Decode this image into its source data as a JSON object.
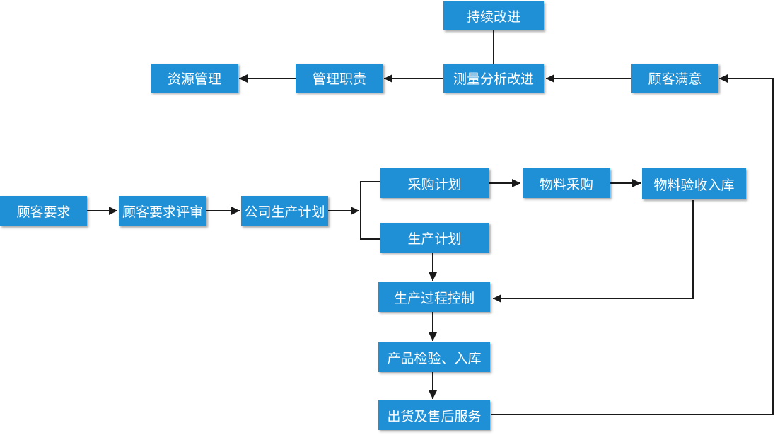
{
  "nodes": {
    "continuous_improvement": "持续改进",
    "resource_management": "资源管理",
    "management_responsibility": "管理职责",
    "measurement_analysis": "测量分析改进",
    "customer_satisfaction": "顾客满意",
    "customer_requirements": "顾客要求",
    "requirements_review": "顾客要求评审",
    "company_production_plan": "公司生产计划",
    "purchase_plan": "采购计划",
    "material_purchase": "物料采购",
    "material_inspection": "物料验收入库",
    "production_plan": "生产计划",
    "process_control": "生产过程控制",
    "product_inspection": "产品检验、入库",
    "delivery_service": "出货及售后服务"
  },
  "colors": {
    "node_fill": "#1f8fd6",
    "node_text": "#ffffff",
    "connector": "#1a1a1a"
  }
}
